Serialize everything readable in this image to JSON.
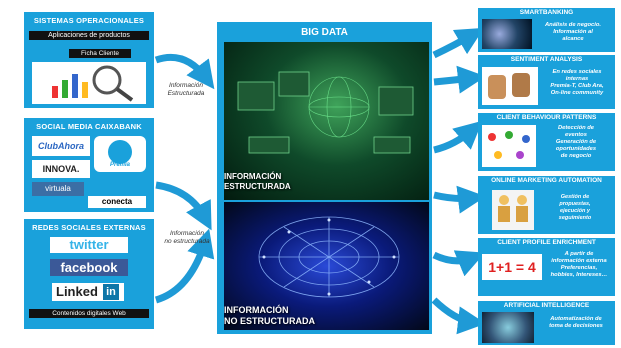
{
  "left": {
    "sistemas": {
      "title": "SISTEMAS OPERACIONALES",
      "items": [
        "Aplicaciones de productos",
        "Ficha Cliente"
      ]
    },
    "social": {
      "title": "SOCIAL MEDIA CAIXABANK",
      "logos": [
        "ClubAhora",
        "Premia",
        "INNOVA.",
        "virtuala",
        "conecta"
      ]
    },
    "redes": {
      "title": "REDES SOCIALES EXTERNAS",
      "logos": [
        "twitter",
        "facebook",
        "Linked",
        "in"
      ],
      "footer": "Contenidos digitales Web"
    }
  },
  "connectors": {
    "estructurada": [
      "Información",
      "Estructurada"
    ],
    "no_estructurada": [
      "Información",
      "no estructurada"
    ]
  },
  "center": {
    "title": "BIG DATA",
    "top_caption": [
      "INFORMACIÓN",
      "ESTRUCTURADA"
    ],
    "bottom_caption": [
      "INFORMACIÓN",
      "NO ESTRUCTURADA"
    ]
  },
  "right": [
    {
      "title": "SMARTBANKING",
      "desc": [
        "Análisis de negocio.",
        "Información al",
        "alcance"
      ]
    },
    {
      "title": "SENTIMENT ANALYSIS",
      "desc": [
        "En redes sociales",
        "internas",
        "Premia-T, Club Ara,",
        "On-line community"
      ]
    },
    {
      "title": "CLIENT BEHAVIOUR PATTERNS",
      "desc": [
        "Detección de",
        "eventos",
        "Generación de",
        "oportunidades",
        "de negocio"
      ]
    },
    {
      "title": "ONLINE MARKETING AUTOMATION",
      "desc": [
        "Gestión de",
        "propuestas,",
        "ejecución y",
        "seguimiento"
      ]
    },
    {
      "title": "CLIENT PROFILE ENRICHMENT",
      "formula": "1+1 = 4",
      "desc": [
        "A partir de",
        "información externa",
        "Preferencias,",
        "hobbies, Intereses…"
      ]
    },
    {
      "title": "ARTIFICIAL INTELLIGENCE",
      "desc": [
        "Automatización de",
        "toma de decisiones"
      ]
    }
  ],
  "colors": {
    "panel": "#1aa1db",
    "arrow": "#1f9ad6"
  }
}
